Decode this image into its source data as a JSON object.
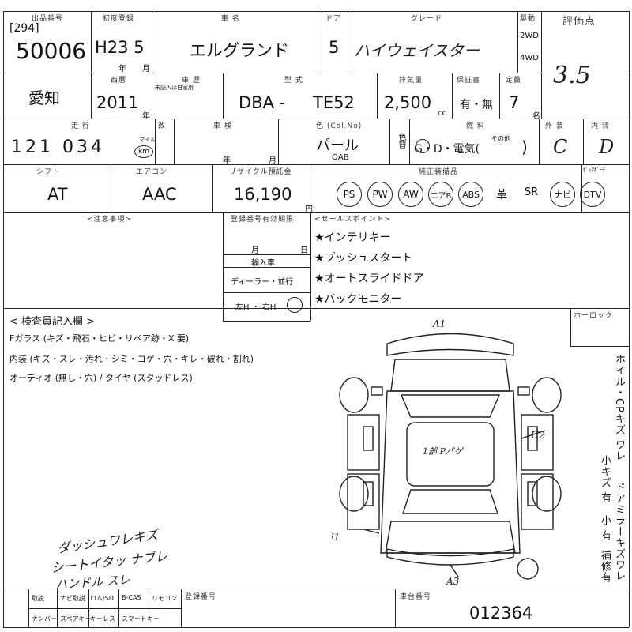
{
  "header": {
    "lot_label": "出品番号",
    "lot_sub": "[294]",
    "lot_no": "50006",
    "reg_label": "初度登録",
    "reg_value": "H23 5",
    "reg_unit_y": "年",
    "reg_unit_m": "月",
    "name_label": "車 名",
    "car_name": "エルグランド",
    "door_label": "ドア",
    "doors": "5",
    "grade_label": "グレード",
    "grade": "ハイウェイスター",
    "drive_label": "駆動",
    "drive_2wd": "2WD",
    "drive_4wd": "4WD",
    "score_label": "評価点",
    "score_hand": "3.5"
  },
  "row2": {
    "area": "愛知",
    "year_label": "西暦",
    "year": "2011",
    "year_unit": "年",
    "history_label": "車 歴",
    "history_note": "未記入は自家用",
    "model_label": "型 式",
    "model_a": "DBA -",
    "model_b": "TE52",
    "cc_label": "排気量",
    "cc": "2,500",
    "cc_unit": "cc",
    "warranty_label": "保証書",
    "warranty": "有・無",
    "seats_label": "定員",
    "seats": "7",
    "seats_unit": "名"
  },
  "row3": {
    "odo_label": "走 行",
    "odo": "121 034",
    "odo_mile": "マイル",
    "odo_km": "km",
    "replace_label": "改",
    "inspect_label": "車 検",
    "inspect_y": "年",
    "inspect_m": "月",
    "color_label": "色 (Col.No)",
    "color": "パール",
    "color_code": "QAB",
    "color_change": "色替",
    "fuel_label": "燃 料",
    "fuel": "G・D・電気(",
    "fuel_other": "その他",
    "fuel_close": ")",
    "ext_label": "外 装",
    "ext": "C",
    "int_label": "内 装",
    "int": "D"
  },
  "row4": {
    "shift_label": "シフト",
    "shift": "AT",
    "ac_label": "エアコン",
    "ac": "AAC",
    "recycle_label": "リサイクル預託金",
    "recycle": "16,190",
    "recycle_unit": "円",
    "equip_label": "純正装備品",
    "equip": [
      "PS",
      "PW",
      "AW",
      "エアB",
      "ABS"
    ],
    "leather": "革",
    "sr": "SR",
    "navi": "ナビ",
    "dtv": "DTV",
    "keyless_label": "ﾎﾟｯｸﾎﾟｰﾁ"
  },
  "notes": {
    "caution_label": "<注意事項>",
    "reg_expiry_label": "登録番号有効期限",
    "reg_expiry_m": "月",
    "reg_expiry_d": "日",
    "import_label": "輸入車",
    "dealer": "ディーラー・並行",
    "handle": "左H ・ 右H",
    "sales_label": "<セールスポイント>",
    "sales": [
      "★インテリキー",
      "★プッシュスタート",
      "★オートスライドドア",
      "★バックモニター"
    ]
  },
  "inspector": {
    "title": "< 検査員記入欄 >",
    "line1": "Fガラス (キズ・飛石・ヒビ・リペア跡・X 要)",
    "line2": "内装 (キズ・スレ・汚れ・シミ・コゲ・穴・キレ・破れ・割れ)",
    "line3": "オーディオ (無し・穴) / タイヤ (スタッドレス)",
    "hand1": "ダッシュワレキズ",
    "hand2": "シートイタッ ナブレ",
    "hand3": "ハンドル スレ",
    "diagram_a1": "A1",
    "diagram_u2": "U2",
    "diagram_a3": "A3",
    "diagram_xu1": "XU1",
    "diagram_center": "1部 Pバゲ",
    "lock_label": "ホーロック",
    "side_text1": "ホイル・CPキズ ワレ",
    "side_text2": "小キズ 有",
    "side_text3": "ドアミラーキズワレ",
    "side_text4": "小 有",
    "side_text5": "補修有"
  },
  "footer": {
    "labels": [
      "取説",
      "ナビ取説",
      "ロム/SD",
      "B-CAS",
      "リモコン"
    ],
    "labels2": [
      "ナンバー",
      "スペアキー",
      "キーレス",
      "スマートキー"
    ],
    "reg_no_label": "登録番号",
    "frame_label": "車台番号",
    "frame_no": "012364"
  }
}
